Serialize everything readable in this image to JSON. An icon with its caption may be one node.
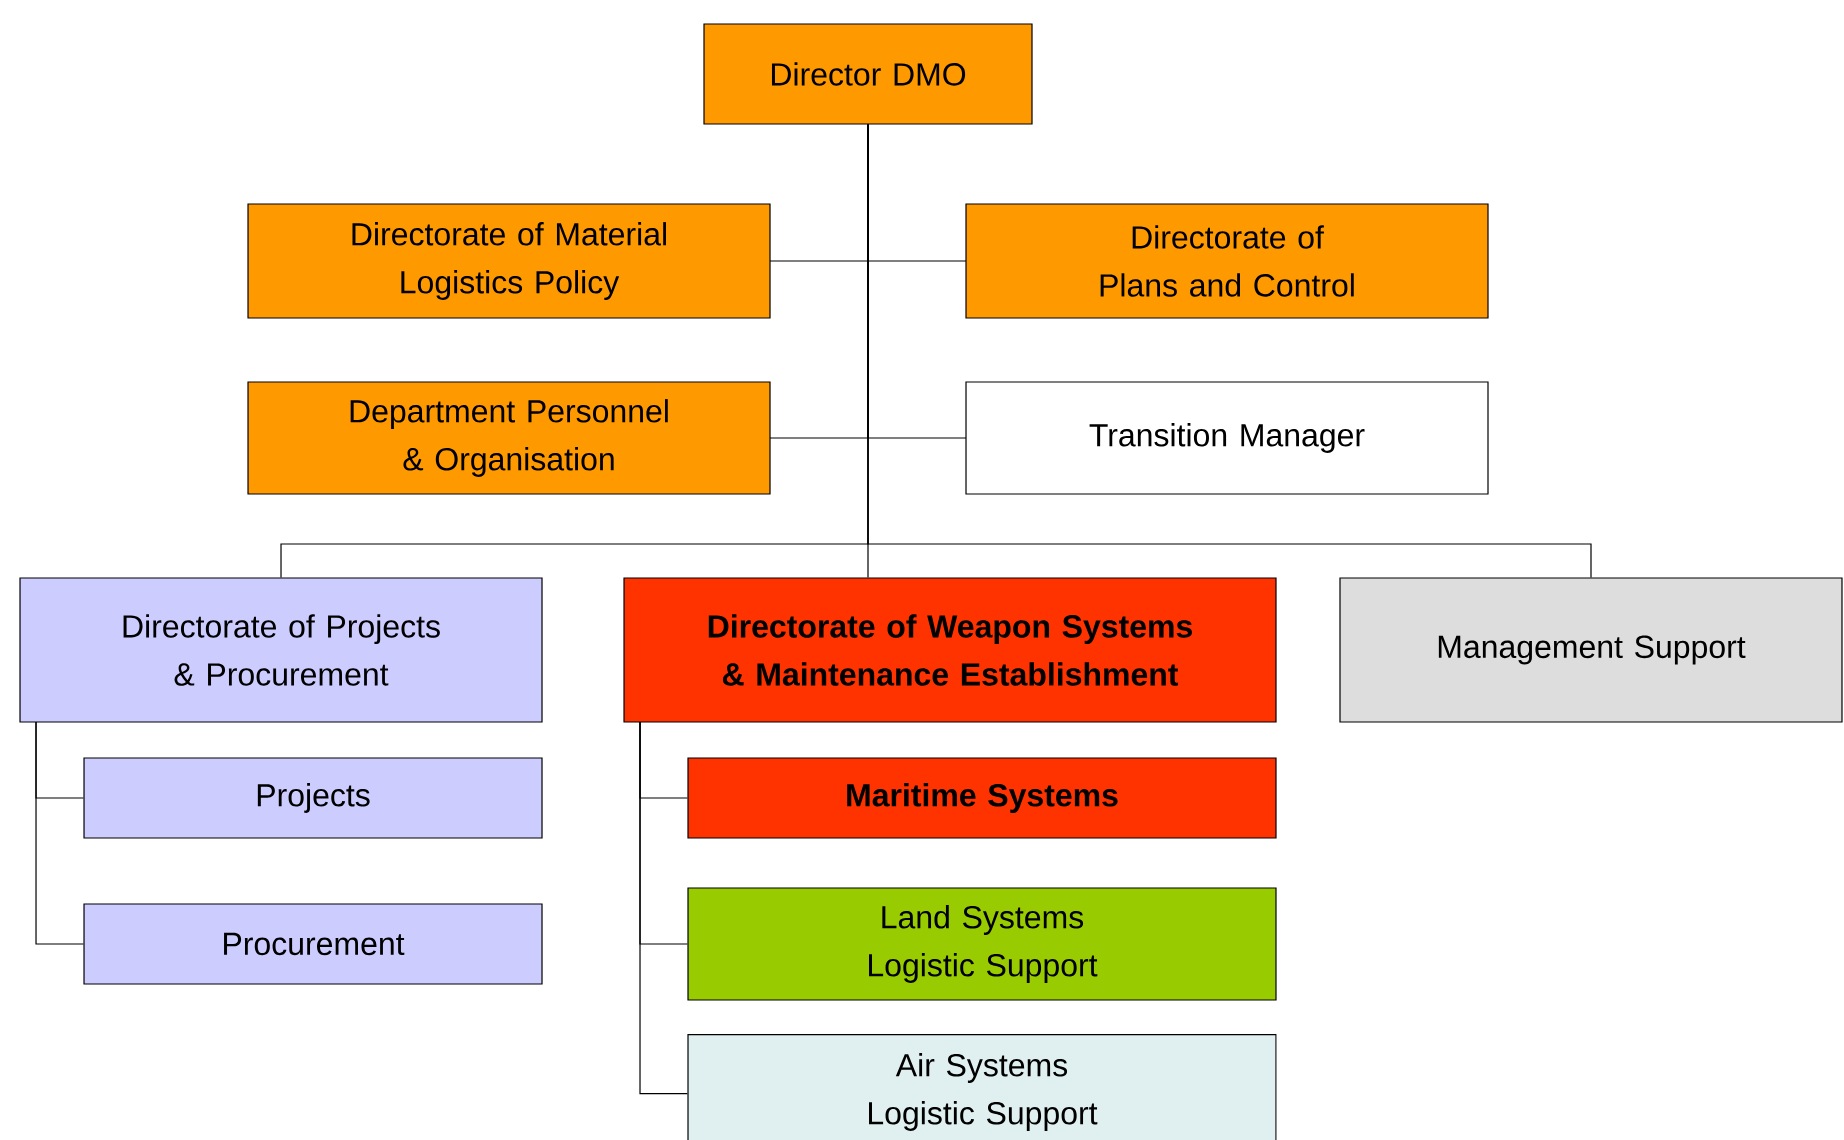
{
  "diagram": {
    "nodes": [
      {
        "text": [
          "Director DMO"
        ]
      },
      {
        "text": [
          "Directorate of Material Logistics Policy"
        ]
      },
      {
        "text": [
          "Directorate of Plans and Control"
        ]
      },
      {
        "text": [
          "Department Personnel & Organisation"
        ]
      },
      {
        "text": [
          "Transition Manager"
        ]
      },
      {
        "text": [
          "Directorate of Projects & Procurement"
        ]
      },
      {
        "text": [
          "Directorate of Weapon Systems & Maintenance Establishment"
        ]
      },
      {
        "text": [
          "Management Support"
        ]
      },
      {
        "text": [
          "Projects"
        ]
      },
      {
        "text": [
          "Procurement"
        ]
      },
      {
        "text": [
          "Maritime Systems"
        ]
      },
      {
        "text": [
          "Land Systems Logistic Support"
        ]
      },
      {
        "text": [
          "Air Systems Logistic Support"
        ]
      }
    ],
    "edges": [
      {
        "from": 0,
        "to": 1,
        "arrow": "none"
      },
      {
        "from": 0,
        "to": 2,
        "arrow": "none"
      },
      {
        "from": 0,
        "to": 3,
        "arrow": "none"
      },
      {
        "from": 0,
        "to": 4,
        "arrow": "none"
      },
      {
        "from": 0,
        "to": 5,
        "arrow": "none"
      },
      {
        "from": 0,
        "to": 6,
        "arrow": "none"
      },
      {
        "from": 0,
        "to": 7,
        "arrow": "none"
      },
      {
        "from": 5,
        "to": 8,
        "arrow": "none"
      },
      {
        "from": 5,
        "to": 9,
        "arrow": "none"
      },
      {
        "from": 6,
        "to": 10,
        "arrow": "none"
      },
      {
        "from": 6,
        "to": 11,
        "arrow": "none"
      },
      {
        "from": 6,
        "to": 12,
        "arrow": "none"
      }
    ]
  }
}
